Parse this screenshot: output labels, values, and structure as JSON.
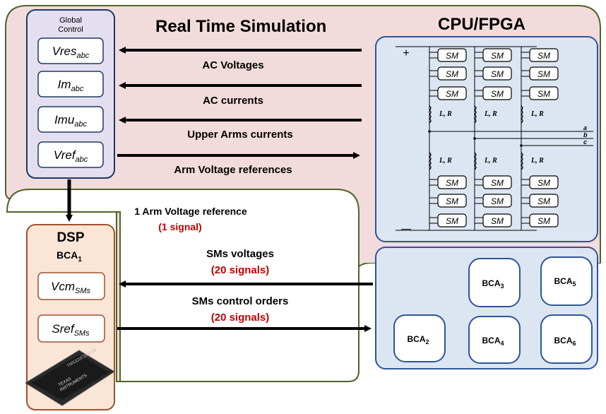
{
  "titles": {
    "rts": "Real Time Simulation",
    "cpu": "CPU/FPGA",
    "dsp": "DSP"
  },
  "global_control": {
    "label_line1": "Global",
    "label_line2": "Control",
    "items": [
      {
        "base": "Vres",
        "sub": "abc"
      },
      {
        "base": "Im",
        "sub": "abc"
      },
      {
        "base": "Imu",
        "sub": "abc"
      },
      {
        "base": "Vref",
        "sub": "abc"
      }
    ]
  },
  "signals": {
    "ac_voltages": "AC Voltages",
    "ac_currents": "AC currents",
    "upper_arms": "Upper Arms currents",
    "arm_refs": "Arm Voltage references",
    "one_ref": "1 Arm Voltage reference",
    "one_ref_count": "(1 signal)",
    "sms_voltages": "SMs voltages",
    "sms_voltages_count": "(20 signals)",
    "sms_orders": "SMs control orders",
    "sms_orders_count": "(20 signals)"
  },
  "dsp": {
    "bca_base": "BCA",
    "bca_sub": "1",
    "items": [
      {
        "base": "Vcm",
        "sub": "SMs"
      },
      {
        "base": "Sref",
        "sub": "SMs"
      }
    ],
    "chip_brand_line1": "TEXAS",
    "chip_brand_line2": "INSTRUMENTS",
    "chip_part": "TMS320F28377D"
  },
  "mmc": {
    "sm_label": "SM",
    "lr_label": "L, R",
    "plus": "+",
    "minus": "—",
    "phases": [
      "a",
      "b",
      "c"
    ]
  },
  "bca_boxes": [
    {
      "base": "BCA",
      "sub": "3"
    },
    {
      "base": "BCA",
      "sub": "5"
    },
    {
      "base": "BCA",
      "sub": "2"
    },
    {
      "base": "BCA",
      "sub": "4"
    },
    {
      "base": "BCA",
      "sub": "6"
    }
  ],
  "colors": {
    "rts_fill": "#f2dcdb",
    "rts_border": "#4f6228",
    "gc_fill": "#e4dff0",
    "gc_border": "#1f3864",
    "cpu_fill": "#dce6f2",
    "cpu_border": "#2f5597",
    "dsp_fill": "#fbe5d6",
    "dsp_border": "#a0522d",
    "signal_count": "#c00000"
  }
}
